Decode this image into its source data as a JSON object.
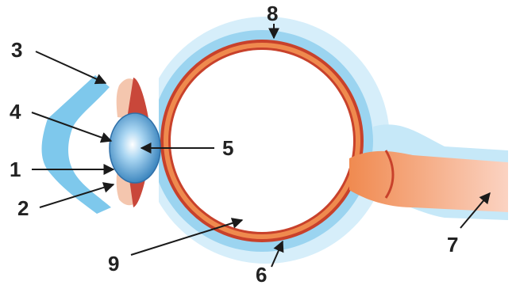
{
  "diagram": {
    "labels": {
      "l1": "1",
      "l2": "2",
      "l3": "3",
      "l4": "4",
      "l5": "5",
      "l6": "6",
      "l7": "7",
      "l8": "8",
      "l9": "9"
    }
  },
  "colors": {
    "sclera_blue": "#7ec8ec",
    "sclera_light": "#c6e8f8",
    "choroid_red": "#c8412b",
    "retina_orange": "#ef8a4e",
    "lens_blue": "#3f8fc8",
    "muscle_red": "#c9473a",
    "iris_pink": "#f4c6ae",
    "arrow": "#1a1a1a"
  }
}
